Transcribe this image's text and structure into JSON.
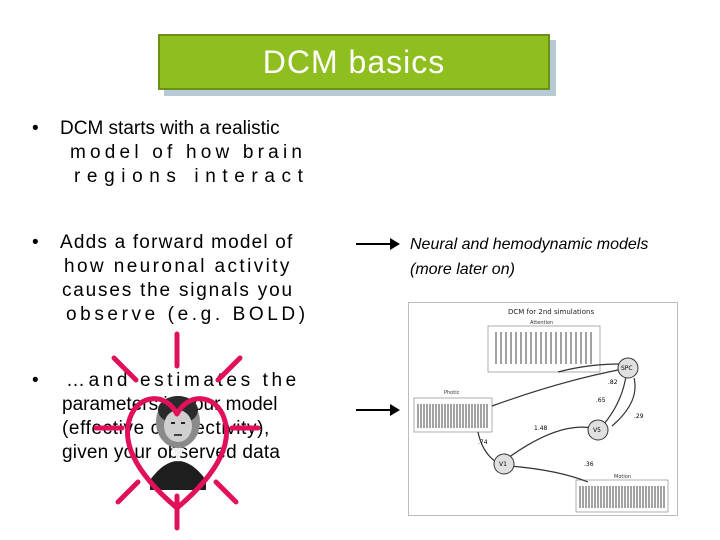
{
  "slide": {
    "title": "DCM basics",
    "bullets": [
      {
        "symbol": "•",
        "lines": [
          "DCM starts with a realistic",
          "model of how brain",
          "regions interact"
        ]
      },
      {
        "symbol": "•",
        "lines": [
          "Adds a forward model of",
          "how neuronal activity",
          "causes the signals you",
          "observe (e.g. BOLD)"
        ]
      },
      {
        "symbol": "•",
        "lines": [
          "…and estimates the",
          "parameters in your model",
          "(effective connectivity),",
          "given your observed data"
        ]
      }
    ],
    "side_note": [
      "Neural and hemodynamic models",
      "(more later on)"
    ]
  },
  "figure": {
    "title": "DCM for 2nd simulations",
    "panel_labels": [
      "Attention",
      "Photic",
      "Motion"
    ],
    "nodes": [
      "SPC",
      "V5",
      "V1"
    ],
    "edge_values": [
      ".82",
      ".65",
      ".29",
      "1.48",
      ".74",
      ".36"
    ]
  },
  "colors": {
    "title_bg": "#8fbf1f",
    "heart": "#e0105a",
    "arrow": "#000000"
  }
}
